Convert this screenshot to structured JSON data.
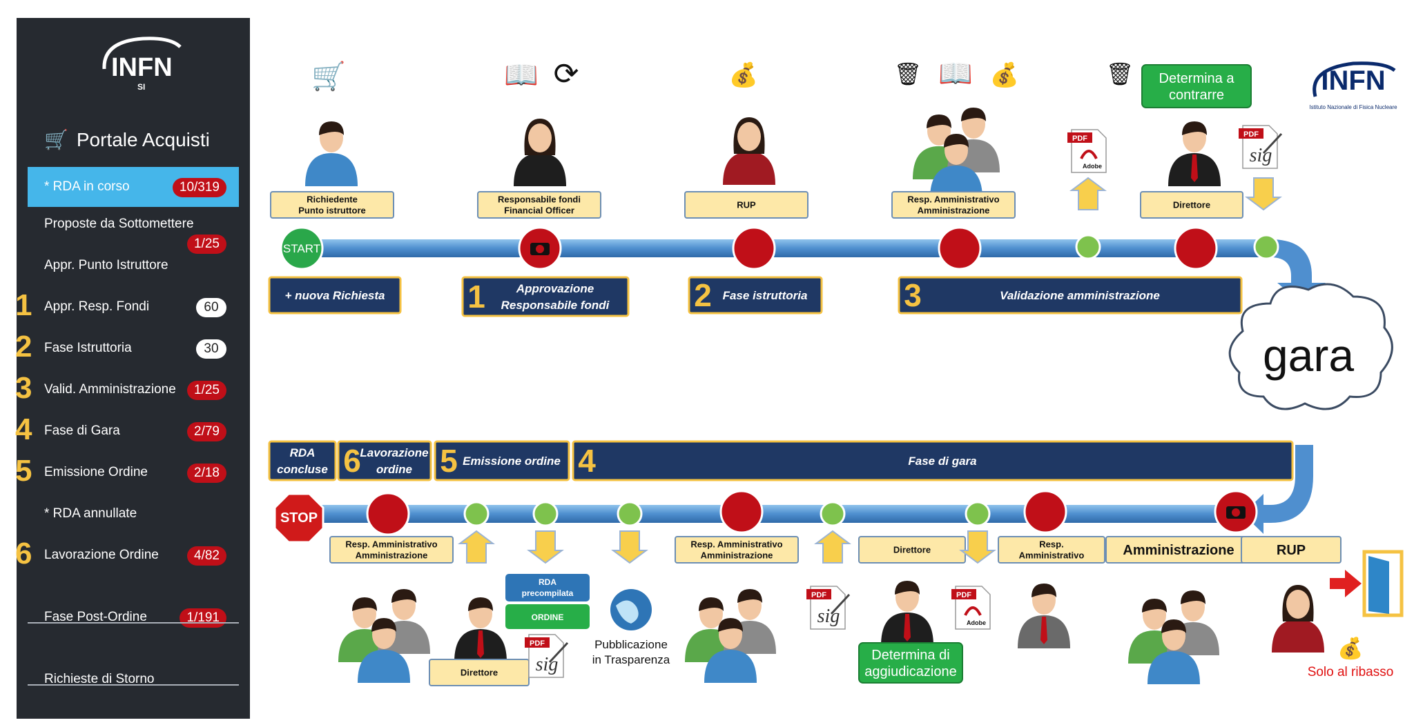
{
  "sidebar": {
    "logo_text": "INFN",
    "logo_sub": "SI",
    "title": "Portale Acquisti",
    "items": [
      {
        "num": "",
        "label": "* RDA in corso",
        "badge": "10/319",
        "badge_style": "red"
      },
      {
        "num": "",
        "label": "Proposte da Sottomettere",
        "badge": "1/25",
        "badge_style": "red"
      },
      {
        "num": "",
        "label": "Appr. Punto Istruttore",
        "badge": "",
        "badge_style": ""
      },
      {
        "num": "1",
        "label": "Appr. Resp. Fondi",
        "badge": "60",
        "badge_style": "white"
      },
      {
        "num": "2",
        "label": "Fase Istruttoria",
        "badge": "30",
        "badge_style": "white"
      },
      {
        "num": "3",
        "label": "Valid. Amministrazione",
        "badge": "1/25",
        "badge_style": "red"
      },
      {
        "num": "4",
        "label": "Fase di Gara",
        "badge": "2/79",
        "badge_style": "red"
      },
      {
        "num": "5",
        "label": "Emissione Ordine",
        "badge": "2/18",
        "badge_style": "red"
      },
      {
        "num": "",
        "label": "* RDA annullate",
        "badge": "",
        "badge_style": ""
      },
      {
        "num": "6",
        "label": "Lavorazione Ordine",
        "badge": "4/82",
        "badge_style": "red"
      },
      {
        "num": "",
        "label": "Fase Post-Ordine",
        "badge": "1/191",
        "badge_style": "red"
      },
      {
        "num": "",
        "label": "Richieste di Storno",
        "badge": "",
        "badge_style": ""
      }
    ]
  },
  "logo": {
    "text": "INFN",
    "subtitle": "Istituto Nazionale di Fisica Nucleare"
  },
  "top_roles": [
    {
      "lines": [
        "Richiedente",
        "Punto istruttore"
      ]
    },
    {
      "lines": [
        "Responsabile fondi",
        "Financial Officer"
      ]
    },
    {
      "lines": [
        "RUP"
      ]
    },
    {
      "lines": [
        "Resp. Amministrativo",
        "Amministrazione"
      ]
    },
    {
      "lines": [
        "Direttore"
      ]
    }
  ],
  "top_phases": [
    {
      "num": "",
      "lines": [
        "+ nuova Richiesta"
      ]
    },
    {
      "num": "1",
      "lines": [
        "Approvazione",
        "Responsabile fondi"
      ]
    },
    {
      "num": "2",
      "lines": [
        "Fase istruttoria"
      ]
    },
    {
      "num": "3",
      "lines": [
        "Validazione amministrazione"
      ]
    }
  ],
  "start_label": "START",
  "stop_label": "STOP",
  "determina_contrarre": [
    "Determina a",
    "contrarre"
  ],
  "gara_label": "gara",
  "bottom_phases": [
    {
      "num": "",
      "lines": [
        "RDA",
        "concluse"
      ]
    },
    {
      "num": "6",
      "lines": [
        "Lavorazione",
        "ordine"
      ]
    },
    {
      "num": "5",
      "lines": [
        "Emissione ordine"
      ]
    },
    {
      "num": "4",
      "lines": [
        "Fase di gara"
      ]
    }
  ],
  "bottom_roles": [
    {
      "lines": [
        "Resp. Amministrativo",
        "Amministrazione"
      ]
    },
    {
      "lines": [
        "Resp. Amministrativo",
        "Amministrazione"
      ]
    },
    {
      "lines": [
        "Direttore"
      ]
    },
    {
      "lines": [
        "Resp.",
        "Amministrativo"
      ]
    },
    {
      "lines": [
        "Amministrazione"
      ]
    },
    {
      "lines": [
        "RUP"
      ]
    }
  ],
  "direttore_bottom": "Direttore",
  "rda_precompilata": [
    "RDA",
    "precompilata"
  ],
  "ordine_label": "ORDINE",
  "pubblicazione": [
    "Pubblicazione",
    "in Trasparenza"
  ],
  "determina_aggiudicazione": [
    "Determina di",
    "aggiudicazione"
  ],
  "solo_ribasso": "Solo al ribasso",
  "pdf_label": "PDF",
  "adobe_label": "Adobe",
  "sig_label": "sig"
}
